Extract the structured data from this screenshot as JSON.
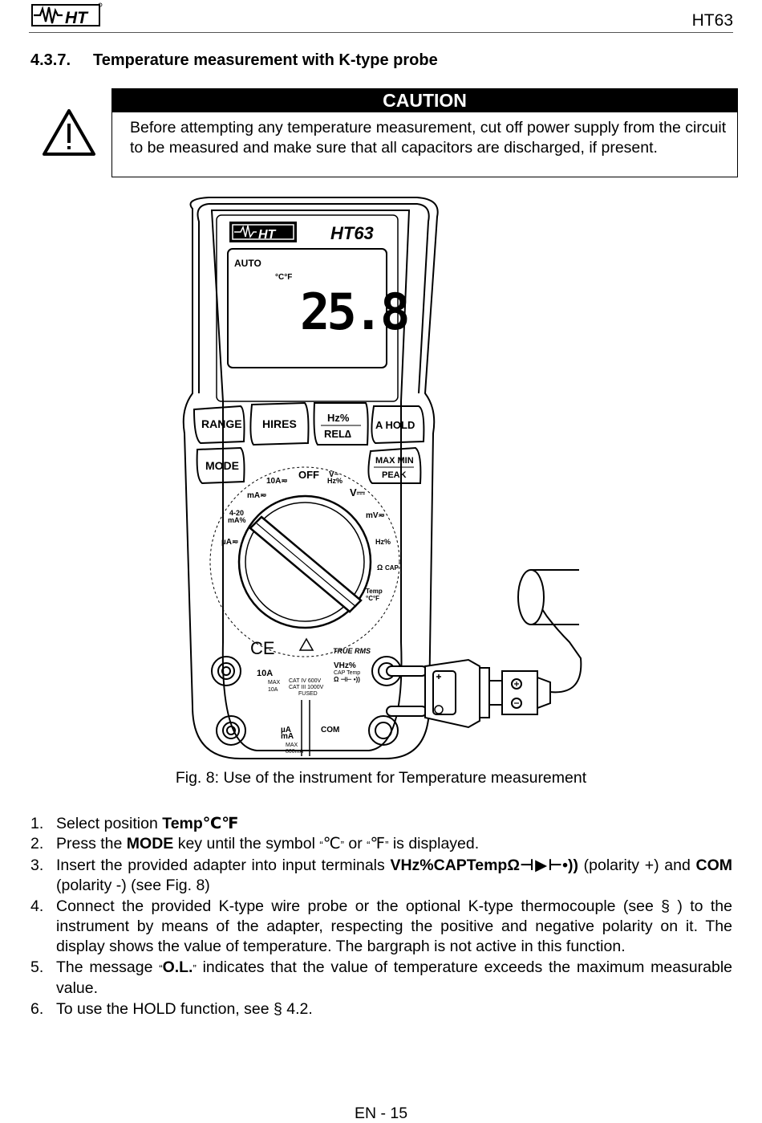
{
  "header": {
    "logo_text": "HT",
    "model": "HT63"
  },
  "section": {
    "number": "4.3.7.",
    "title": "Temperature measurement with K-type probe"
  },
  "caution": {
    "title": "CAUTION",
    "text": "Before attempting any temperature measurement, cut off power supply from the circuit to be measured and make sure that all capacitors are discharged, if present."
  },
  "figure": {
    "brand": "HT",
    "model": "HT63",
    "display": {
      "auto": "AUTO",
      "units": "°C°F",
      "reading": "25.8"
    },
    "buttons": {
      "range": "RANGE",
      "hires": "HIRES",
      "hz_top": "Hz%",
      "rel": "REL∆",
      "ahold": "A HOLD",
      "mode": "MODE",
      "maxmin": "MAX MIN",
      "peak": "PEAK"
    },
    "dial": {
      "off": "OFF",
      "a10": "10A≂",
      "vhz": "V~",
      "vhz2": "Hz%",
      "vdc": "V⎓",
      "ma": "mA≂",
      "mv": "mV≂",
      "ma420a": "4-20",
      "ma420b": "mA%",
      "hz": "Hz%",
      "ua": "µA≂",
      "ohm": "Ω",
      "cap": "CAP",
      "temp": "Temp",
      "tempunit": "°C°F"
    },
    "terminals": {
      "ce": "CE",
      "truerms": "TRUE RMS",
      "vhz": "VHz%",
      "captemp": "CAP Temp",
      "ohmsym": "Ω ⊣⊢ •))",
      "a10": "10A",
      "a10max": "MAX",
      "a10fused": "10A",
      "cat1": "CAT IV 600V",
      "cat2": "CAT III 1000V",
      "fused": "FUSED",
      "ua": "µA",
      "ma": "mA",
      "max": "MAX",
      "max800": "800mA",
      "com": "COM"
    }
  },
  "caption": "Fig. 8: Use of the instrument for Temperature measurement",
  "steps": [
    {
      "n": "1.",
      "a": "Select position ",
      "b": "Temp℃℉"
    },
    {
      "n": "2.",
      "a": "Press the ",
      "b": "MODE",
      "c": " key until the symbol ",
      "q1": "“",
      "d": "℃",
      "q2": "”",
      "e": " or ",
      "q3": "“",
      "f": "℉",
      "q4": "”",
      "g": " is displayed."
    },
    {
      "n": "3.",
      "a": "Insert the provided adapter into input terminals ",
      "b": "VHz%CAPTemp",
      "sym": "Ω⊣▶⊢•))",
      "c": " (polarity +) and ",
      "d": "COM",
      "e": " (polarity -) (see Fig. 8)"
    },
    {
      "n": "4.",
      "a": "Connect the provided K-type wire probe or the optional K-type thermocouple (see § ) to the instrument by means of the adapter, respecting the positive and negative polarity on it. The display shows the value of temperature. The bargraph is not active in this function."
    },
    {
      "n": "5.",
      "a": "The message ",
      "q1": "“",
      "b": "O.L.",
      "q2": "”",
      "c": " indicates that the value of temperature exceeds the maximum measurable value."
    },
    {
      "n": "6.",
      "a": "To use the HOLD function, see § 4.2."
    }
  ],
  "footer": "EN - 15"
}
